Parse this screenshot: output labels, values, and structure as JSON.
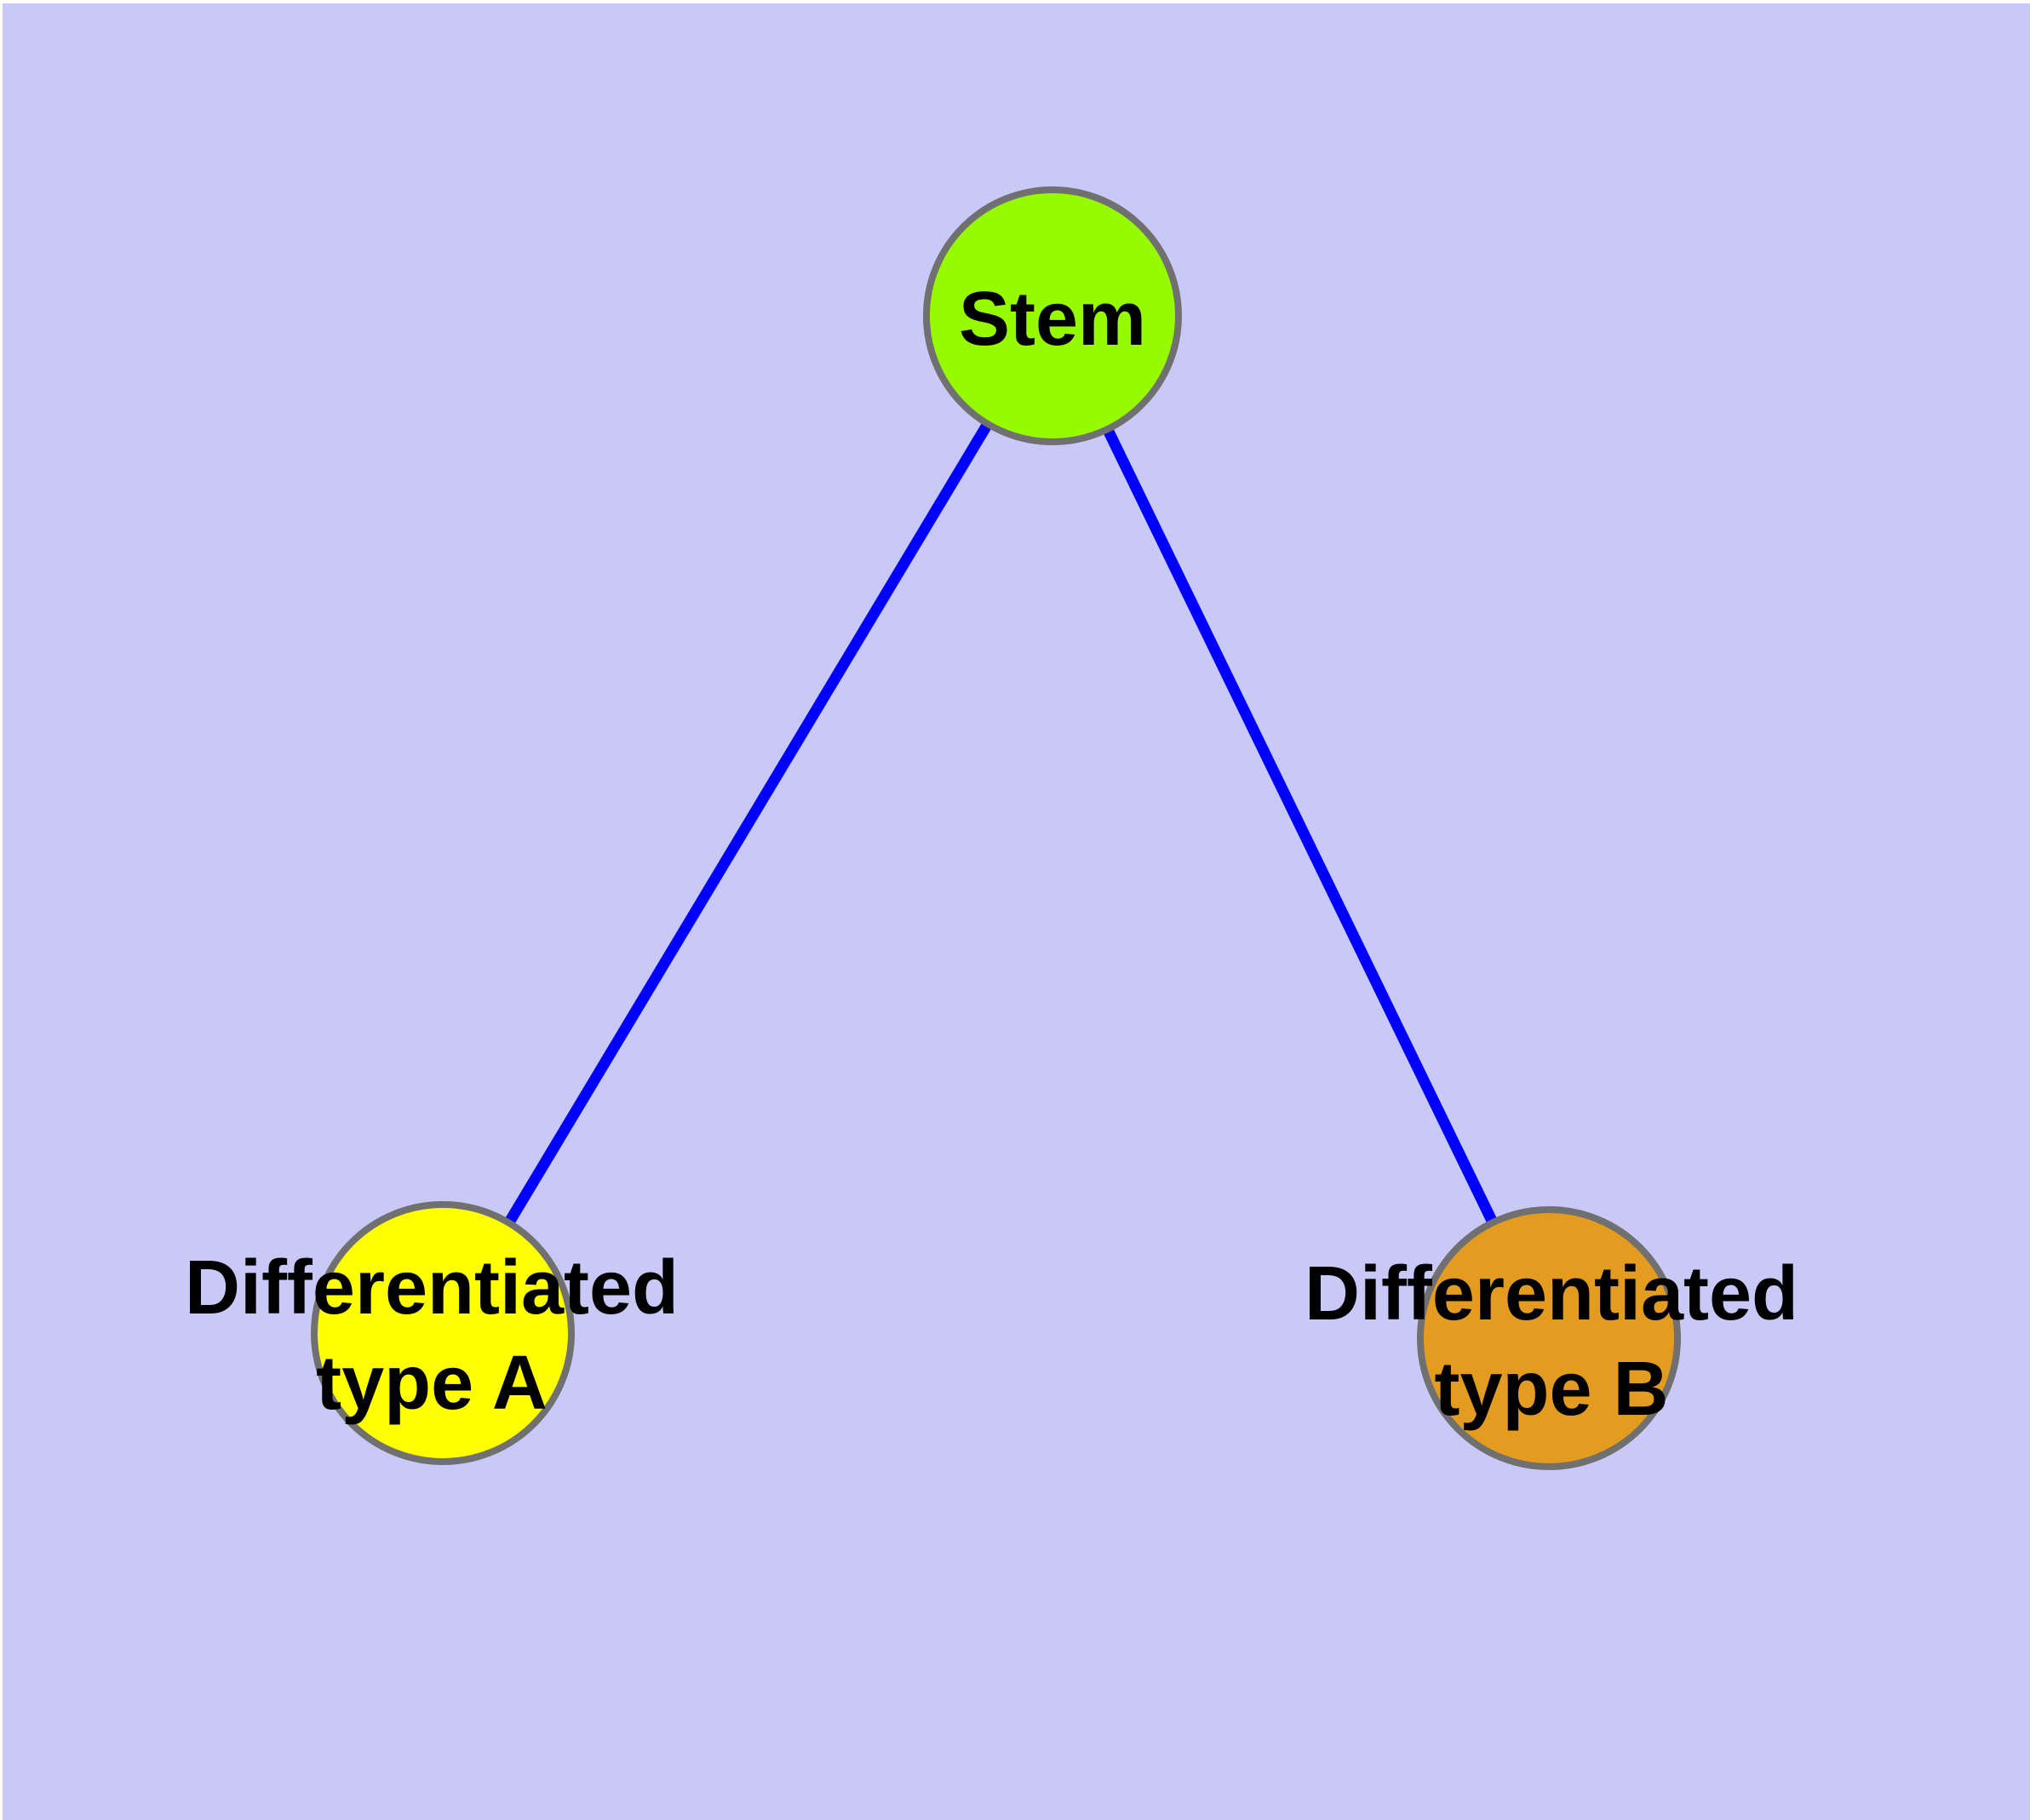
{
  "canvas": {
    "background_color": "#C9C9F8",
    "frame_color": "#FFFFFF",
    "node_stroke_color": "#707070",
    "edge_color": "#0000FF",
    "text_color": "#000000"
  },
  "nodes": {
    "stem": {
      "label": "Stem",
      "fill_color": "#97FB00"
    },
    "type_a": {
      "label_line1": "Differentiated",
      "label_line2": "type A",
      "fill_color": "#FFFF00"
    },
    "type_b": {
      "label_line1": "Differentiated",
      "label_line2": "type B",
      "fill_color": "#E39C1F"
    }
  },
  "edges": [
    {
      "from": "stem",
      "to": "type_a"
    },
    {
      "from": "stem",
      "to": "type_b"
    }
  ]
}
